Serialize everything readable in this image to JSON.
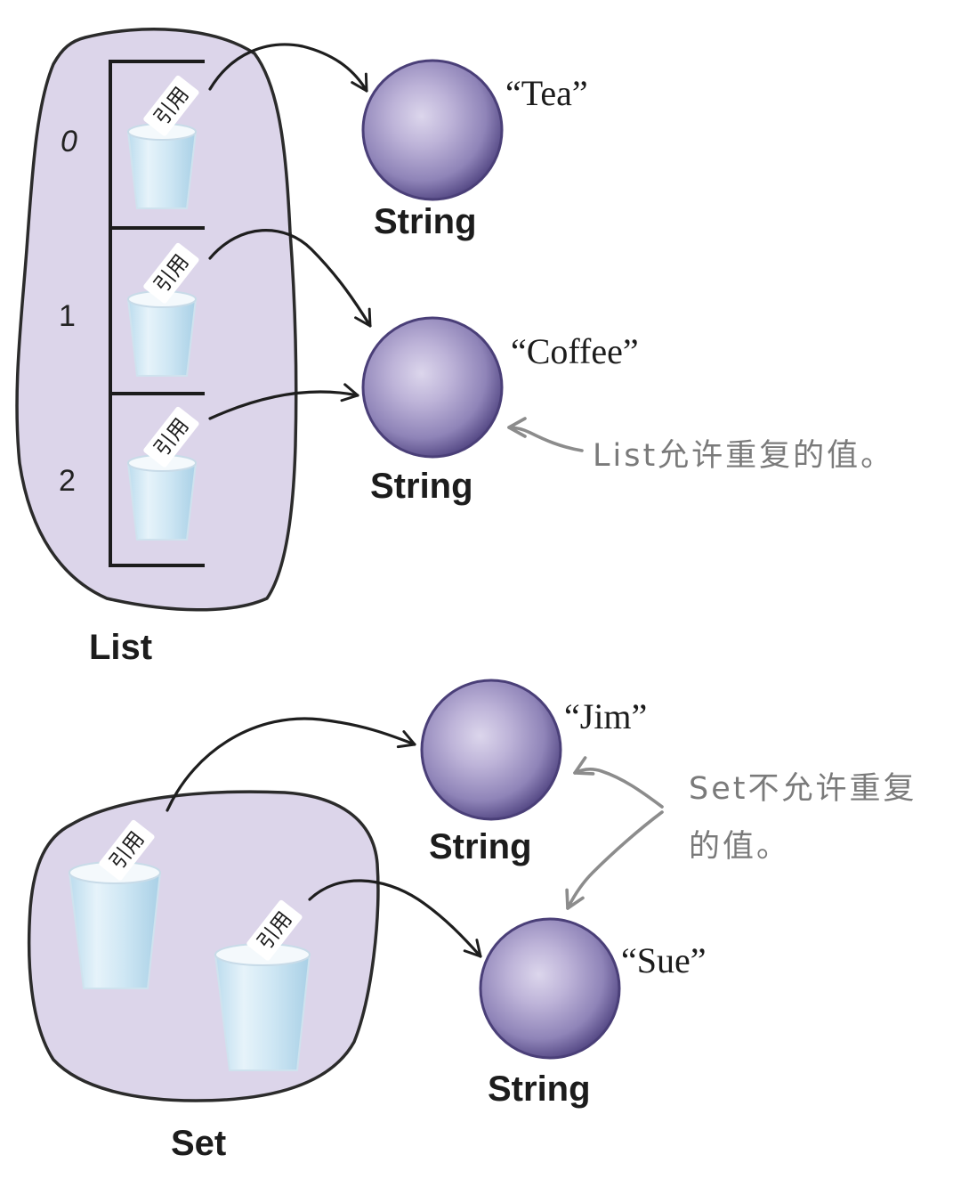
{
  "list": {
    "label": "List",
    "indices": [
      "0",
      "1",
      "2"
    ],
    "ref_label": "引用"
  },
  "set": {
    "label": "Set",
    "ref_label": "引用"
  },
  "objects": [
    {
      "type_label": "String",
      "value": "“Tea”"
    },
    {
      "type_label": "String",
      "value": "“Coffee”"
    },
    {
      "type_label": "String",
      "value": "“Jim”"
    },
    {
      "type_label": "String",
      "value": "“Sue”"
    }
  ],
  "notes": {
    "list_note": "List允许重复的值。",
    "set_note_line1": "Set不允许重复",
    "set_note_line2": "的值。"
  },
  "colors": {
    "collection_fill": "#dcd5ea",
    "sphere_base": "#9a90bc",
    "sphere_edge": "#4a3f78",
    "cup": "#cfe6f3",
    "note_gray": "#8c8c8c"
  }
}
